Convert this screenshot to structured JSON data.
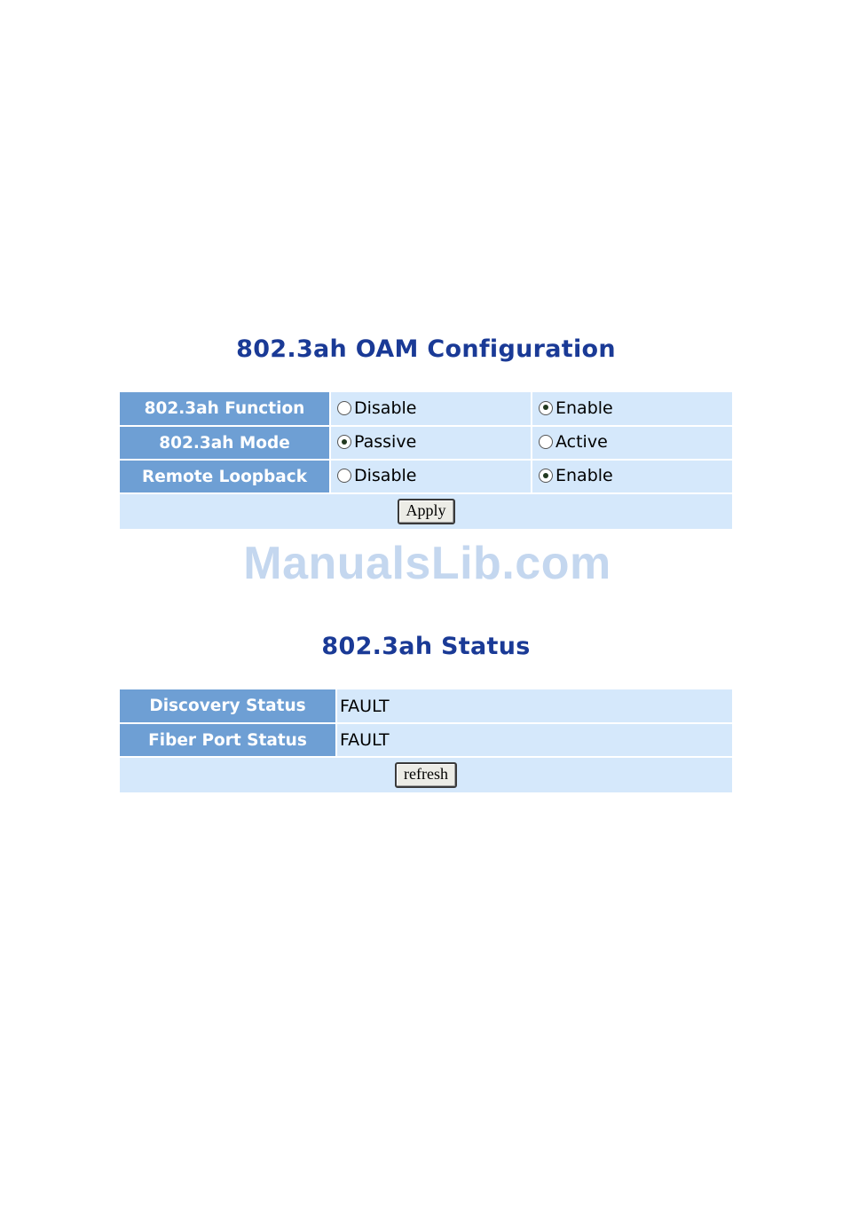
{
  "config": {
    "title": "802.3ah OAM Configuration",
    "rows": [
      {
        "label": "802.3ah Function",
        "options": [
          {
            "label": "Disable",
            "checked": false
          },
          {
            "label": "Enable",
            "checked": true
          }
        ]
      },
      {
        "label": "802.3ah Mode",
        "options": [
          {
            "label": "Passive",
            "checked": true
          },
          {
            "label": "Active",
            "checked": false
          }
        ]
      },
      {
        "label": "Remote Loopback",
        "options": [
          {
            "label": "Disable",
            "checked": false
          },
          {
            "label": "Enable",
            "checked": true
          }
        ]
      }
    ],
    "apply_label": "Apply"
  },
  "watermark": "ManualsLib.com",
  "status": {
    "title": "802.3ah Status",
    "rows": [
      {
        "label": "Discovery Status",
        "value": "FAULT"
      },
      {
        "label": "Fiber Port Status",
        "value": "FAULT"
      }
    ],
    "refresh_label": "refresh"
  },
  "colors": {
    "title": "#1a3a96",
    "label_bg": "#6e9fd4",
    "cell_bg": "#d5e8fb",
    "watermark": "#c4d7ef"
  }
}
